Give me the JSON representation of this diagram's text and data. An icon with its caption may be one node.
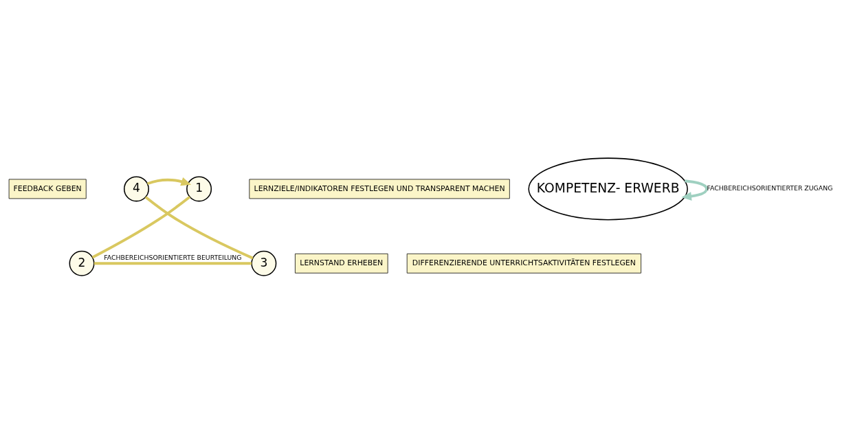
{
  "diagram": {
    "nodes": [
      {
        "text": [
          "FEEDBACK GEBEN"
        ]
      },
      {
        "text": [
          "4"
        ]
      },
      {
        "text": [
          "LERNZIELE/INDIKATOREN FESTLEGEN UND TRANSPARENT MACHEN"
        ]
      },
      {
        "text": [
          "1"
        ]
      },
      {
        "text": [
          "KOMPETENZ- ERWERB"
        ]
      },
      {
        "text": [
          "LERNSTAND ERHEBEN"
        ]
      },
      {
        "text": [
          "3"
        ]
      },
      {
        "text": [
          "DIFFERENZIERENDE UNTERRICHTSAKTIVITÄTEN FESTLEGEN"
        ]
      },
      {
        "text": [
          "2"
        ]
      }
    ],
    "edges": [
      {
        "from": 1,
        "to": 3,
        "arrow": "to"
      },
      {
        "from": 3,
        "to": 8,
        "arrow": "none"
      },
      {
        "from": 8,
        "to": 6,
        "arrow": "none",
        "label": "FACHBEREICHSORIENTIERTE BEURTEILUNG"
      },
      {
        "from": 6,
        "to": 1,
        "arrow": "none"
      },
      {
        "from": 4,
        "to": 4,
        "arrow": "to",
        "label": "FACHBEREICHSORIENTIERTER ZUGANG",
        "color": "#9fd0c0"
      }
    ]
  }
}
